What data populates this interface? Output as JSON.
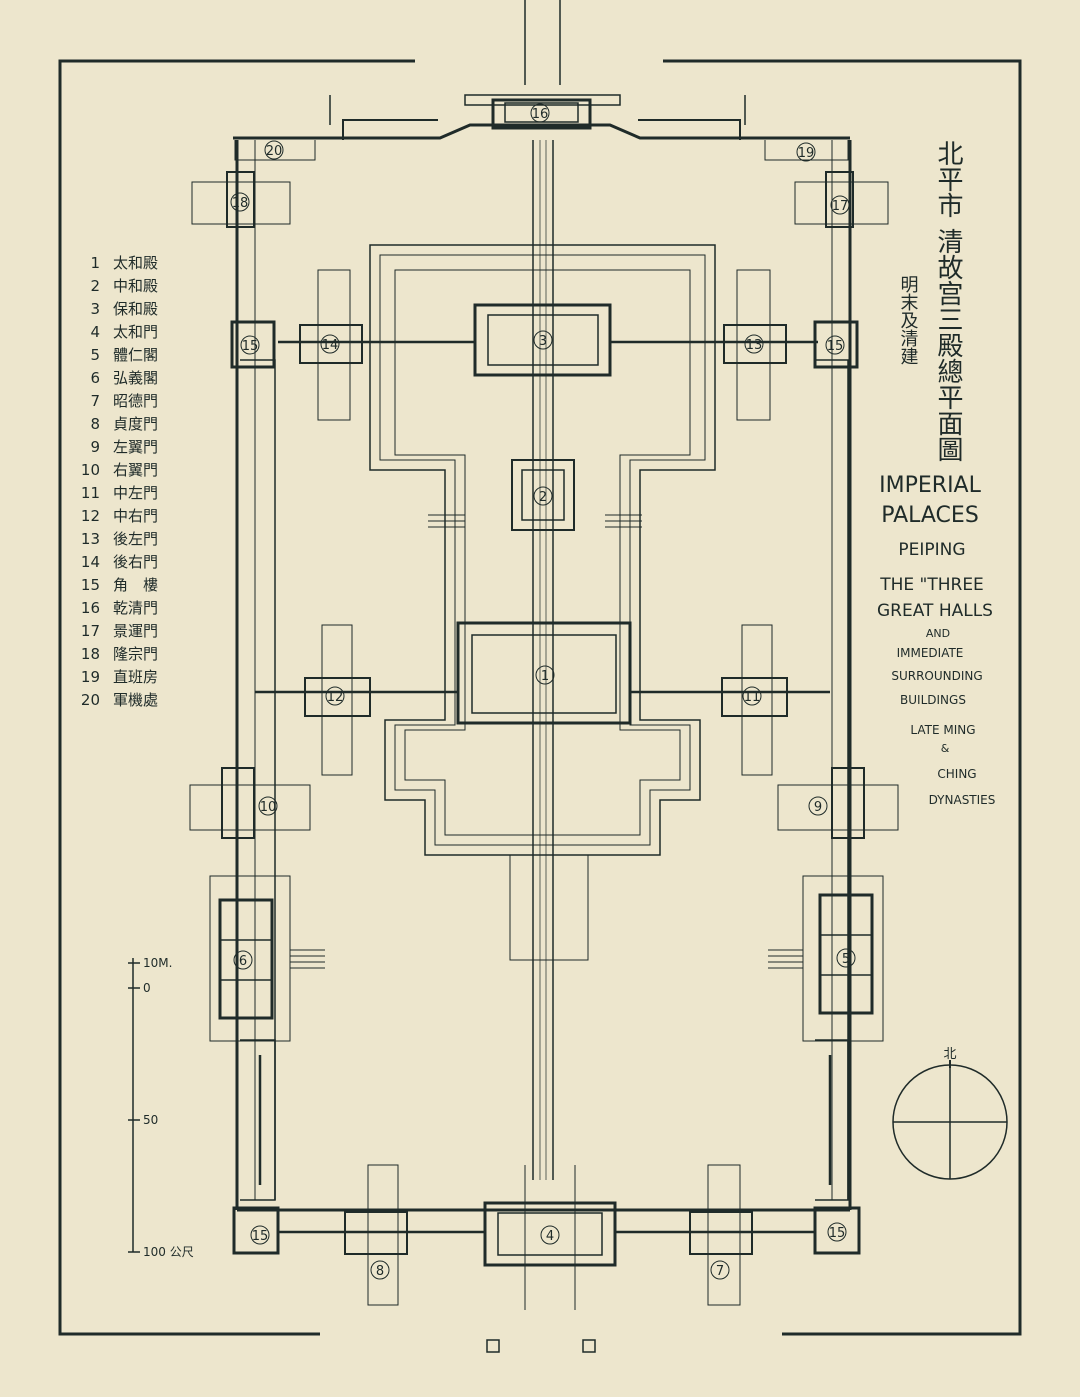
{
  "title_zh": [
    "北平市",
    "清故宫三殿總平面圖"
  ],
  "subtitle_zh": [
    "明末及清建"
  ],
  "title_en": [
    "IMPERIAL",
    "PALACES",
    "PEIPING",
    "THE \"THREE",
    "GREAT HALLS",
    "AND",
    "IMMEDIATE",
    "SURROUNDING",
    "BUILDINGS",
    "LATE MING",
    "&",
    "CHING",
    "DYNASTIES"
  ],
  "legend": [
    {
      "no": "1",
      "name": "太和殿"
    },
    {
      "no": "2",
      "name": "中和殿"
    },
    {
      "no": "3",
      "name": "保和殿"
    },
    {
      "no": "4",
      "name": "太和門"
    },
    {
      "no": "5",
      "name": "體仁閣"
    },
    {
      "no": "6",
      "name": "弘義閣"
    },
    {
      "no": "7",
      "name": "昭德門"
    },
    {
      "no": "8",
      "name": "貞度門"
    },
    {
      "no": "9",
      "name": "左翼門"
    },
    {
      "no": "10",
      "name": "右翼門"
    },
    {
      "no": "11",
      "name": "中左門"
    },
    {
      "no": "12",
      "name": "中右門"
    },
    {
      "no": "13",
      "name": "後左門"
    },
    {
      "no": "14",
      "name": "後右門"
    },
    {
      "no": "15",
      "name": "角　樓"
    },
    {
      "no": "16",
      "name": "乾清門"
    },
    {
      "no": "17",
      "name": "景運門"
    },
    {
      "no": "18",
      "name": "隆宗門"
    },
    {
      "no": "19",
      "name": "直班房"
    },
    {
      "no": "20",
      "name": "軍機處"
    }
  ],
  "scale": {
    "unit_top": "10M.",
    "ticks": [
      "0",
      "50",
      "100 公尺"
    ]
  },
  "north_label": "北",
  "plan_numbers": [
    "1",
    "2",
    "3",
    "4",
    "5",
    "6",
    "7",
    "8",
    "9",
    "10",
    "11",
    "12",
    "13",
    "14",
    "15",
    "15",
    "15",
    "15",
    "16",
    "17",
    "18",
    "19",
    "20"
  ],
  "colors": {
    "paper": "#ede6cd",
    "ink": "#1f2b29"
  }
}
